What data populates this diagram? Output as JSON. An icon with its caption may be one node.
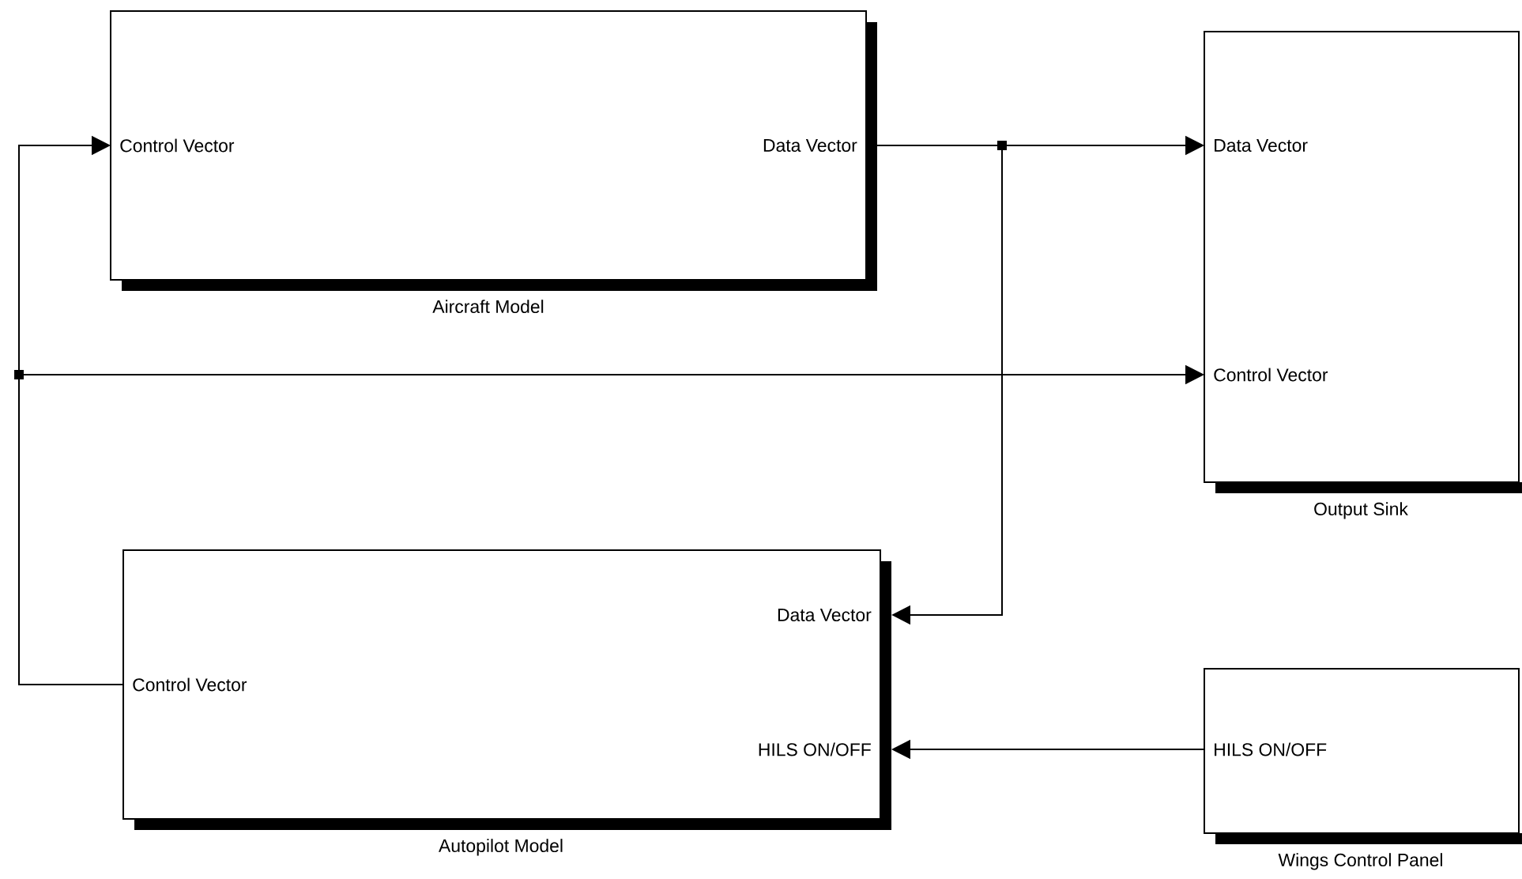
{
  "diagram": {
    "nodes": [
      {
        "text": [
          "Aircraft Model"
        ]
      },
      {
        "text": [
          "Control Vector"
        ],
        "in": 0
      },
      {
        "text": [
          "Data Vector"
        ],
        "in": 0
      },
      {
        "text": [
          "Output Sink"
        ]
      },
      {
        "text": [
          "Data Vector"
        ],
        "in": 3
      },
      {
        "text": [
          "Control Vector"
        ],
        "in": 3
      },
      {
        "text": [
          "Autopilot Model"
        ]
      },
      {
        "text": [
          "Data Vector"
        ],
        "in": 6
      },
      {
        "text": [
          "Control Vector"
        ],
        "in": 6
      },
      {
        "text": [
          "HILS ON/OFF"
        ],
        "in": 6
      },
      {
        "text": [
          "Wings Control Panel"
        ]
      },
      {
        "text": [
          "HILS ON/OFF"
        ],
        "in": 10
      }
    ],
    "edges": [
      {
        "from": 2,
        "to": 4,
        "arrow": "to"
      },
      {
        "from": 2,
        "to": 7,
        "arrow": "to"
      },
      {
        "from": 8,
        "to": 1,
        "arrow": "to"
      },
      {
        "from": 8,
        "to": 5,
        "arrow": "to"
      },
      {
        "from": 11,
        "to": 9,
        "arrow": "to"
      }
    ]
  }
}
